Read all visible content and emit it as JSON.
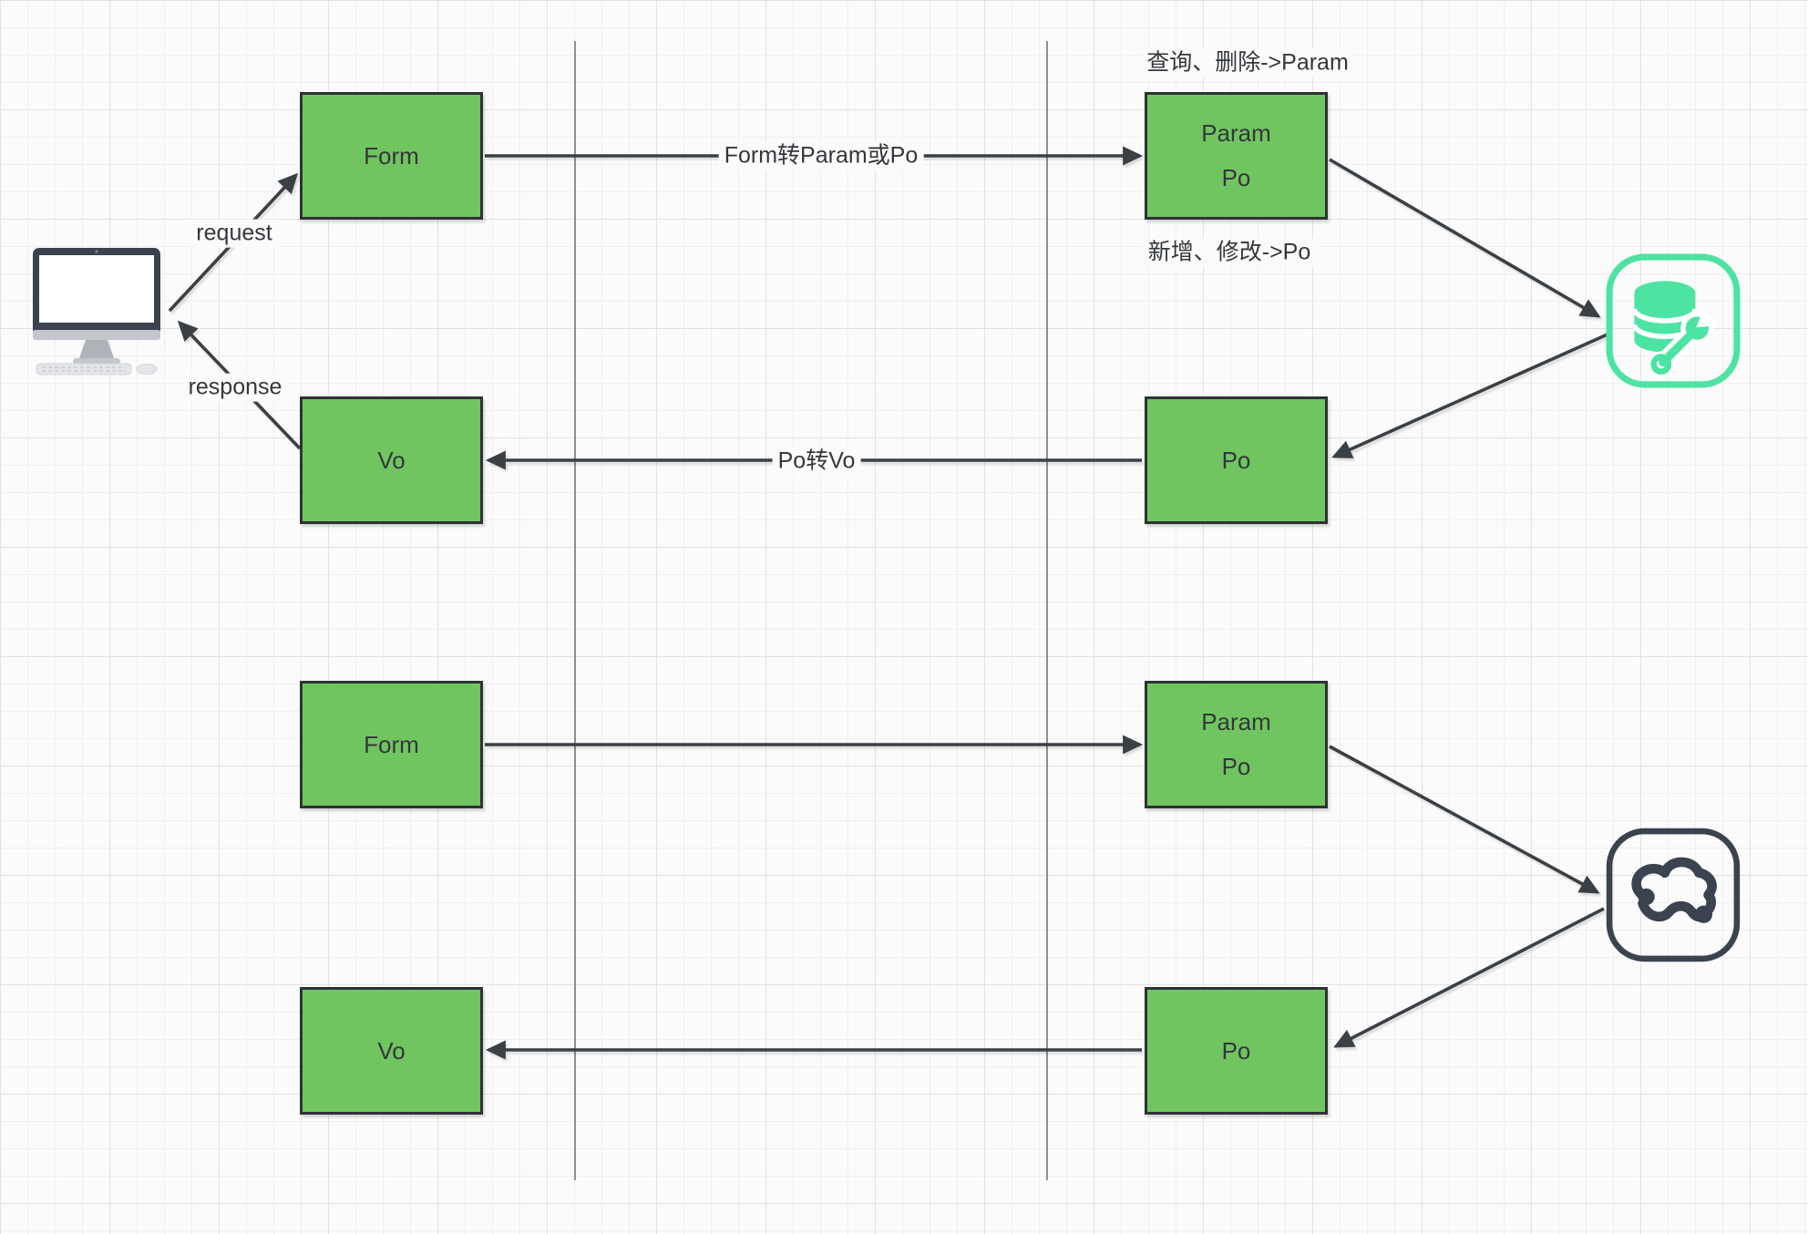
{
  "colors": {
    "node_fill": "#71c560",
    "node_border": "#2e3236",
    "arrow": "#3a4045",
    "divider": "#8f8f8f",
    "db_icon": "#4de3a2",
    "dark_icon": "#3b4350"
  },
  "icons": {
    "client": "computer-icon",
    "database": "database-wrench-icon",
    "cloud": "cloud-icon"
  },
  "top": {
    "labels": {
      "request": "request",
      "response": "response"
    },
    "edges": {
      "form_to_param": "Form转Param或Po",
      "po_to_vo": "Po转Vo"
    },
    "notes": {
      "query_delete": "查询、删除->Param",
      "create_update": "新增、修改->Po"
    },
    "nodes": {
      "form": "Form",
      "param_line1": "Param",
      "param_line2": "Po",
      "vo": "Vo",
      "po": "Po"
    }
  },
  "bottom": {
    "nodes": {
      "form": "Form",
      "param_line1": "Param",
      "param_line2": "Po",
      "vo": "Vo",
      "po": "Po"
    }
  }
}
